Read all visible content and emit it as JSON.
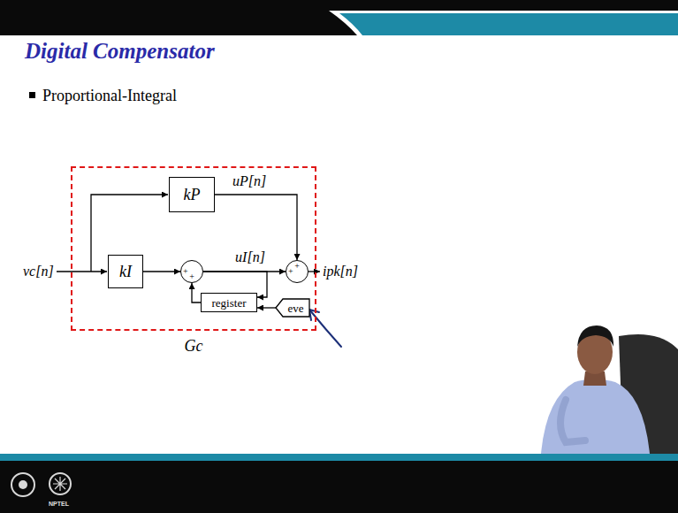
{
  "diagram": {
    "title": "Digital Compensator",
    "nodes": [
      {
        "text": [
          "Gc"
        ]
      },
      {
        "text": [
          "kP"
        ],
        "in": 0
      },
      {
        "text": [
          "kI"
        ],
        "in": 0
      },
      {
        "text": [
          "+",
          "+"
        ],
        "in": 0
      },
      {
        "text": [
          "+",
          "+"
        ],
        "in": 0
      },
      {
        "text": [
          "register"
        ],
        "in": 0
      },
      {
        "text": [
          "eve"
        ],
        "in": 0
      }
    ],
    "edges": [
      {
        "from": 2,
        "to": 3,
        "arrow": "to"
      },
      {
        "from": 3,
        "to": 4,
        "label": "uI[n]",
        "arrow": "to"
      },
      {
        "from": 1,
        "to": 4,
        "label": "uP[n]",
        "arrow": "to"
      },
      {
        "from": 3,
        "to": 5,
        "arrow": "to"
      },
      {
        "from": 5,
        "to": 3,
        "arrow": "to"
      },
      {
        "from": 6,
        "to": 5,
        "arrow": "to"
      }
    ],
    "labels": [
      "Proportional-Integral",
      "vc[n]",
      "ipk[n]",
      "NPTEL"
    ]
  }
}
